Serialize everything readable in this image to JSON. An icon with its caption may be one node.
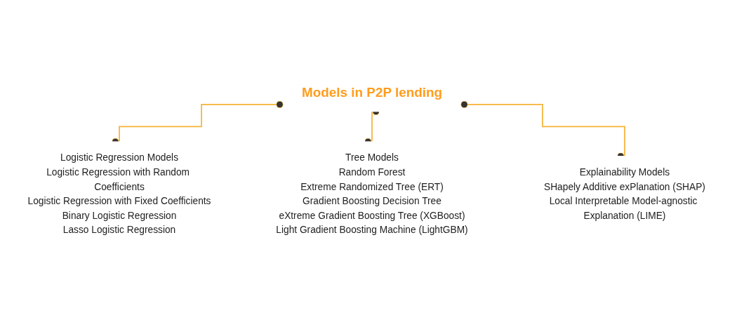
{
  "diagram": {
    "nodes": [
      {
        "text": [
          "Models in P2P lending"
        ]
      },
      {
        "text": [
          "Logistic Regression Models",
          "Logistic Regression with Random Coefficients",
          "Logistic Regression with Fixed Coefficients",
          "Binary Logistic Regression",
          "Lasso Logistic Regression"
        ]
      },
      {
        "text": [
          "Tree Models",
          "Random Forest",
          "Extreme Randomized Tree (ERT)",
          "Gradient Boosting Decision Tree",
          "eXtreme Gradient Boosting Tree (XGBoost)",
          "Light Gradient Boosting Machine (LightGBM)"
        ]
      },
      {
        "text": [
          "Explainability Models",
          "SHapely Additive exPlanation (SHAP)",
          "Local Interpretable Model-agnostic Explanation (LIME)"
        ]
      }
    ],
    "edges": [
      {
        "from": 0,
        "to": 1,
        "arrow": "other",
        "color": "#f5b335"
      },
      {
        "from": 0,
        "to": 2,
        "arrow": "other",
        "color": "#f5b335"
      },
      {
        "from": 0,
        "to": 3,
        "arrow": "other",
        "color": "#f5b335"
      }
    ]
  }
}
